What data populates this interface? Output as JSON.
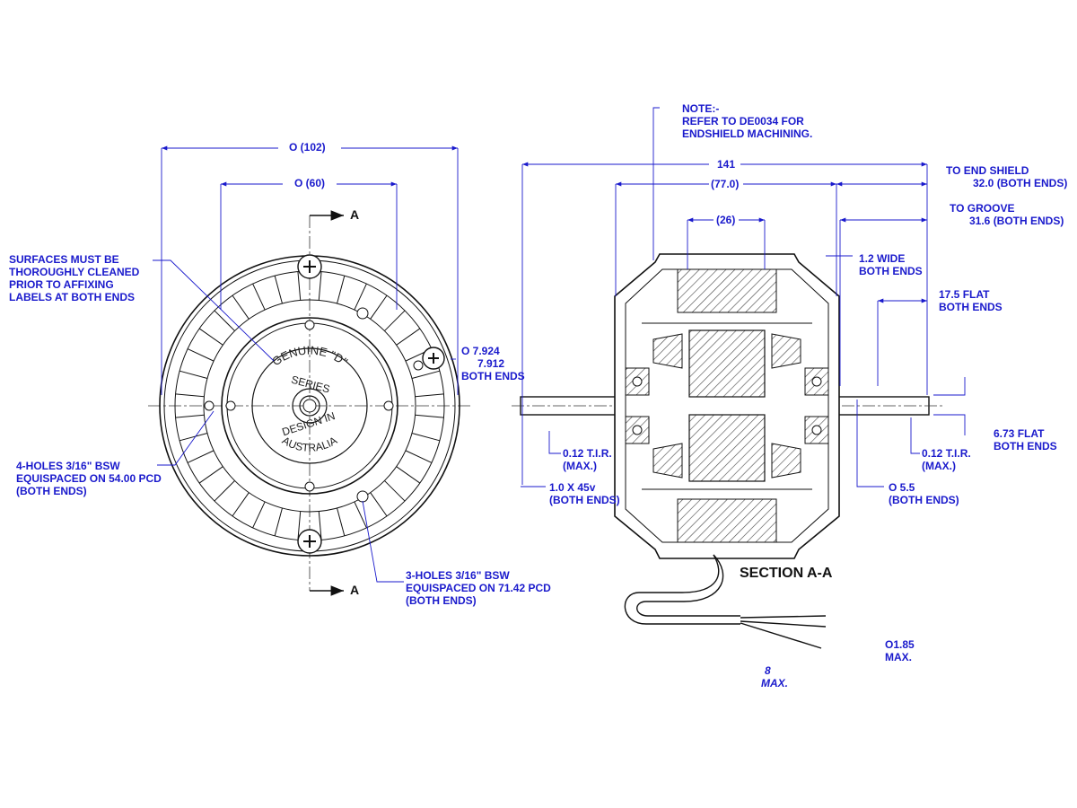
{
  "colors": {
    "dimension": "#1a1acc",
    "drawing": "#111111",
    "hatch": "#444444"
  },
  "front_view": {
    "dia_outer": "O (102)",
    "dia_inner": "O (60)",
    "section_marker_top": "A",
    "section_marker_bottom": "A",
    "emboss": {
      "line1": "GENUINE \"D\"",
      "line2": "SERIES",
      "line3": "DESIGN IN",
      "line4": "AUSTRALIA"
    },
    "note_surfaces": [
      "SURFACES MUST BE",
      "THOROUGHLY CLEANED",
      "PRIOR TO AFFIXING",
      "LABELS AT BOTH ENDS"
    ],
    "note_4holes": [
      "4-HOLES 3/16\" BSW",
      "EQUISPACED ON 54.00 PCD",
      "(BOTH ENDS)"
    ],
    "note_3holes": [
      "3-HOLES 3/16\" BSW",
      "EQUISPACED ON 71.42 PCD",
      "(BOTH ENDS)"
    ],
    "shaft_dia": [
      "O  7.924",
      "7.912",
      "BOTH ENDS"
    ]
  },
  "section_view": {
    "title": "SECTION A-A",
    "note": [
      "NOTE:-",
      "REFER TO DE0034 FOR",
      "ENDSHIELD MACHINING."
    ],
    "dim_overall": "141",
    "dim_body": "(77.0)",
    "dim_stack": "(26)",
    "to_end_shield": [
      "TO END SHIELD",
      "32.0  (BOTH ENDS)"
    ],
    "to_groove": [
      "TO GROOVE",
      "31.6  (BOTH ENDS)"
    ],
    "groove_wide": [
      "1.2  WIDE",
      "BOTH ENDS"
    ],
    "flat_len": [
      "17.5  FLAT",
      "BOTH ENDS"
    ],
    "flat_depth": [
      "6.73  FLAT",
      "BOTH ENDS"
    ],
    "tir_left": [
      "0.12 T.I.R.",
      "(MAX.)"
    ],
    "tir_right": [
      "0.12 T.I.R.",
      "(MAX.)"
    ],
    "chamfer": [
      "1.0  X 45v",
      "(BOTH ENDS)"
    ],
    "dia_groove": [
      "O  5.5",
      "(BOTH ENDS)"
    ],
    "lead_dia": [
      "O1.85",
      "MAX."
    ],
    "lead_strip": [
      "8",
      "MAX."
    ]
  }
}
